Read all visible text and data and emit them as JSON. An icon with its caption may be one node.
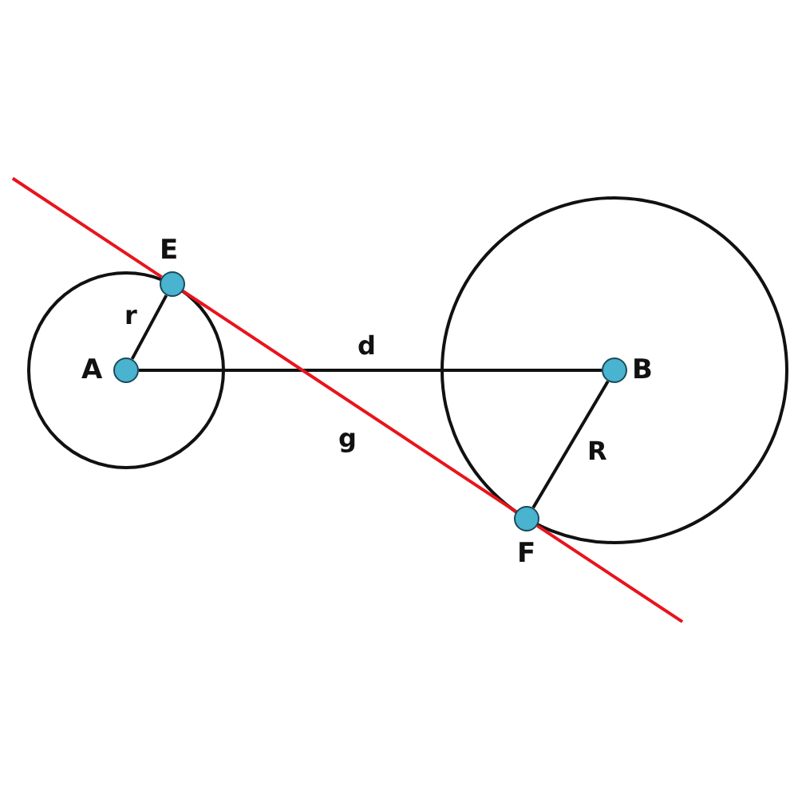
{
  "diagram": {
    "nodes": [
      {
        "text": [
          "E"
        ]
      },
      {
        "text": [
          "A"
        ]
      },
      {
        "text": [
          "B"
        ]
      },
      {
        "text": [
          "F"
        ]
      }
    ],
    "edges": [
      {
        "from": 1,
        "to": 0,
        "arrow": "none",
        "label": "r"
      },
      {
        "from": 1,
        "to": 2,
        "arrow": "none",
        "label": "d"
      },
      {
        "from": 2,
        "to": 3,
        "arrow": "none",
        "label": "R"
      },
      {
        "from": 0,
        "to": 3,
        "arrow": "none",
        "label": "g",
        "color": "#e8141c"
      }
    ]
  }
}
